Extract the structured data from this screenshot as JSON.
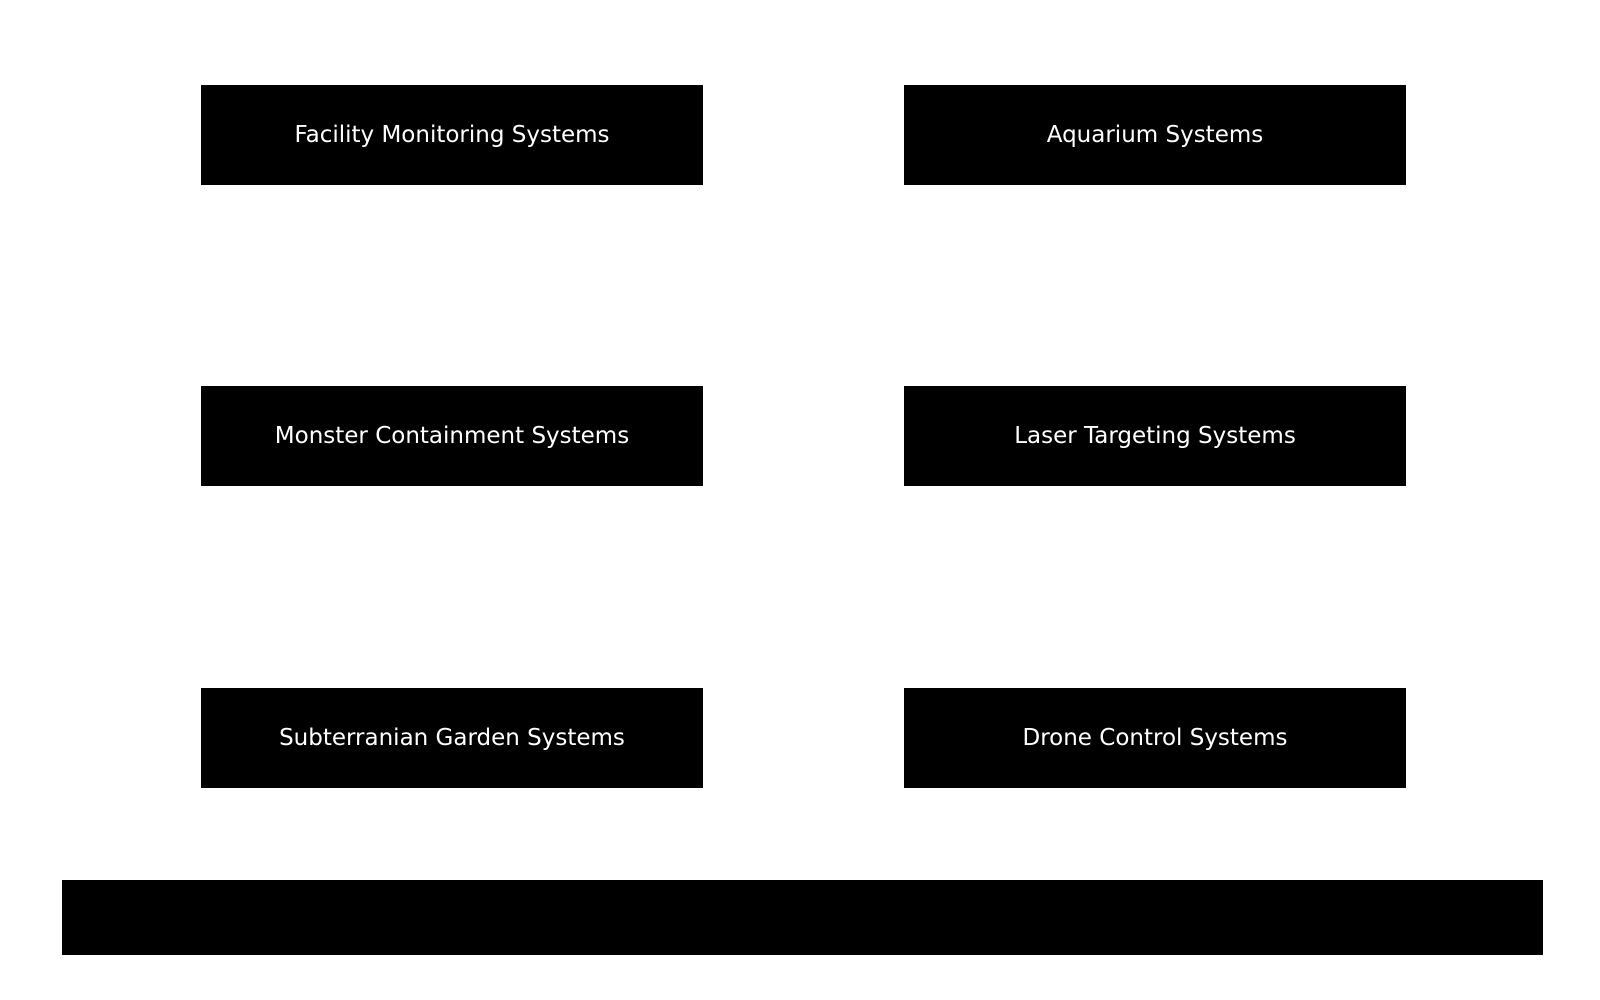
{
  "systems": [
    {
      "label": "Facility Monitoring Systems"
    },
    {
      "label": "Aquarium Systems"
    },
    {
      "label": "Monster Containment Systems"
    },
    {
      "label": "Laser Targeting Systems"
    },
    {
      "label": "Subterranian Garden Systems"
    },
    {
      "label": "Drone Control Systems"
    }
  ],
  "colors": {
    "background": "#ffffff",
    "button_fill": "#000000",
    "button_text": "#ffffff",
    "bottom_bar": "#000000"
  }
}
